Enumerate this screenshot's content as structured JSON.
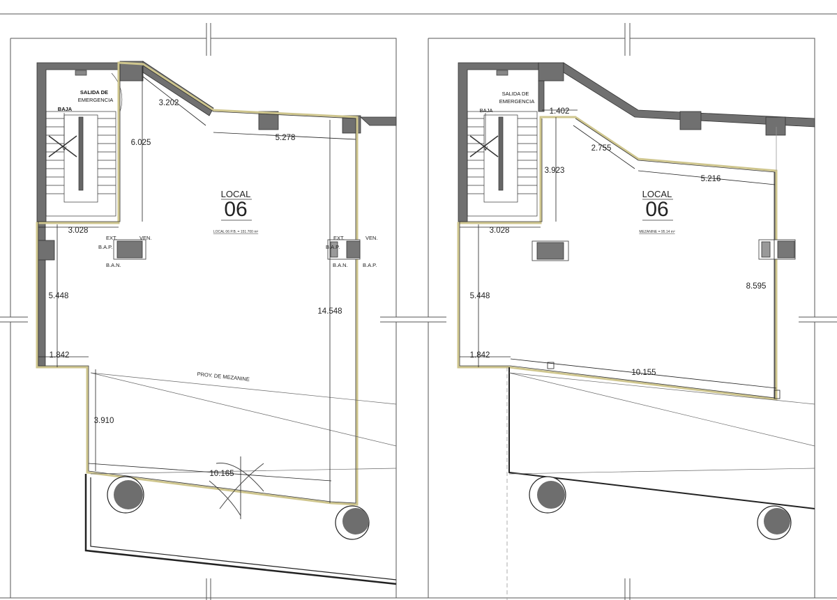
{
  "colors": {
    "wall": "#6f6f6f",
    "outline": "#d8d3a0",
    "line": "#222222",
    "paper": "#ffffff"
  },
  "left_panel": {
    "emergency_1": "SALIDA DE",
    "emergency_2": "EMERGENCIA",
    "stair_down": "BAJA",
    "local_word": "LOCAL",
    "local_number": "06",
    "area_note": "LOCAL 06 P.B. = 151.700 m²",
    "projection_note": "PROY. DE MEZANINE",
    "equipment_labels": {
      "ext": "EXT.",
      "ven": "VEN.",
      "bap": "B.A.P.",
      "ban": "B.A.N."
    },
    "dims": {
      "d1": "3.202",
      "d2": "6.025",
      "d3": "5.278",
      "d4": "3.028",
      "d5": "5.448",
      "d6": "14.548",
      "d7": "1.842",
      "d8": "3.910",
      "d9": "10.165"
    }
  },
  "right_panel": {
    "emergency_1": "SALIDA DE",
    "emergency_2": "EMERGENCIA",
    "stair_down": "BAJA",
    "local_word": "LOCAL",
    "local_number": "06",
    "area_note": "MEZANINE = 95.14 m²",
    "dims": {
      "d1": "1.402",
      "d2": "2.755",
      "d3": "3.923",
      "d4": "5.216",
      "d5": "3.028",
      "d6": "8.595",
      "d7": "5.448",
      "d8": "1.842",
      "d9": "10.155"
    }
  },
  "icons": [
    "column-icon",
    "air-handler-icon",
    "door-swing-icon",
    "stair-icon",
    "tree-icon"
  ]
}
